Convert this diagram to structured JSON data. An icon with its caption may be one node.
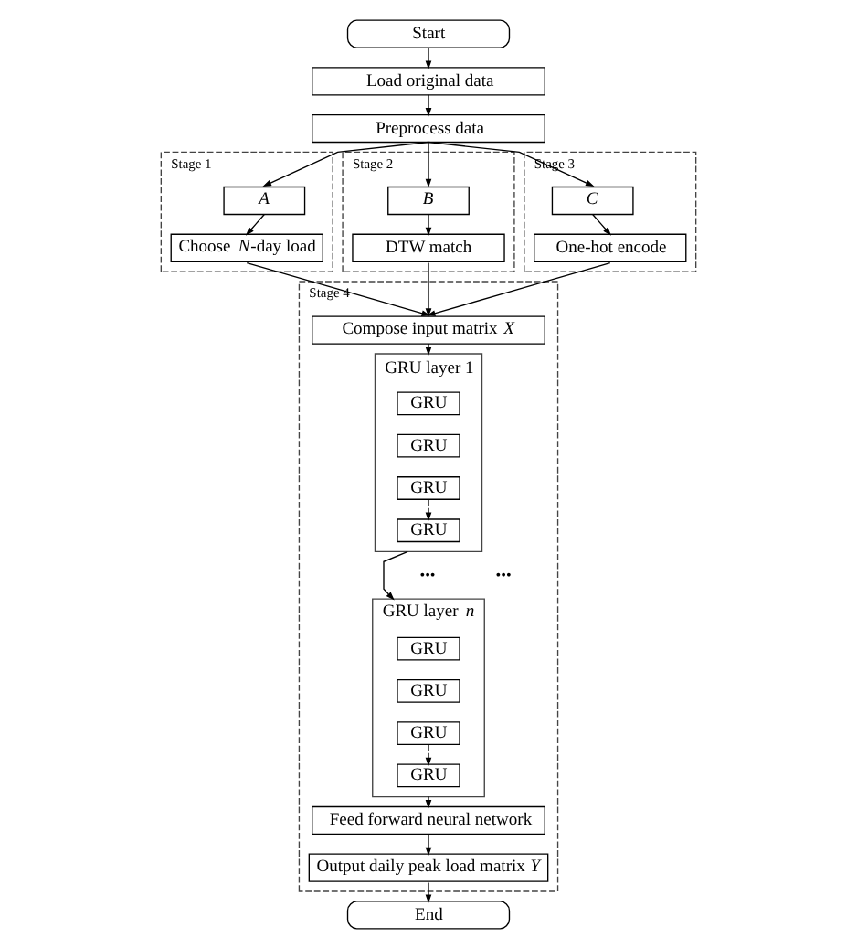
{
  "diagram": {
    "nodes": [
      {
        "text": [
          "Start"
        ]
      },
      {
        "text": [
          "Load original data"
        ]
      },
      {
        "text": [
          "Preprocess data"
        ]
      },
      {
        "text": [
          "Stage 1"
        ]
      },
      {
        "text": [
          "*A*"
        ],
        "in": 3
      },
      {
        "text": [
          "Choose *N*-day load"
        ],
        "in": 3
      },
      {
        "text": [
          "Stage 2"
        ]
      },
      {
        "text": [
          "*B*"
        ],
        "in": 6
      },
      {
        "text": [
          "DTW match"
        ],
        "in": 6
      },
      {
        "text": [
          "Stage 3"
        ]
      },
      {
        "text": [
          "*C*"
        ],
        "in": 9
      },
      {
        "text": [
          "One-hot encode"
        ],
        "in": 9
      },
      {
        "text": [
          "Stage 4"
        ]
      },
      {
        "text": [
          "Compose input matrix *X*"
        ],
        "in": 12
      },
      {
        "text": [
          "GRU layer 1"
        ],
        "in": 12
      },
      {
        "text": [
          "GRU"
        ],
        "in": 14
      },
      {
        "text": [
          "GRU"
        ],
        "in": 14
      },
      {
        "text": [
          "GRU"
        ],
        "in": 14
      },
      {
        "text": [
          "GRU"
        ],
        "in": 14
      },
      {
        "text": [
          "GRU layer *n*"
        ],
        "in": 12
      },
      {
        "text": [
          "GRU"
        ],
        "in": 19
      },
      {
        "text": [
          "GRU"
        ],
        "in": 19
      },
      {
        "text": [
          "GRU"
        ],
        "in": 19
      },
      {
        "text": [
          "GRU"
        ],
        "in": 19
      },
      {
        "text": [
          "Feed forward neural network"
        ],
        "in": 12
      },
      {
        "text": [
          "Output daily peak load matrix *Y*"
        ],
        "in": 12
      },
      {
        "text": [
          "End"
        ]
      }
    ],
    "edges": [
      {
        "from": 0,
        "to": 1,
        "arrow": "to"
      },
      {
        "from": 1,
        "to": 2,
        "arrow": "to"
      },
      {
        "from": 2,
        "to": 4,
        "arrow": "to"
      },
      {
        "from": 2,
        "to": 7,
        "arrow": "to"
      },
      {
        "from": 2,
        "to": 10,
        "arrow": "to"
      },
      {
        "from": 4,
        "to": 5,
        "arrow": "to"
      },
      {
        "from": 7,
        "to": 8,
        "arrow": "to"
      },
      {
        "from": 10,
        "to": 11,
        "arrow": "to"
      },
      {
        "from": 5,
        "to": 13,
        "arrow": "to"
      },
      {
        "from": 8,
        "to": 13,
        "arrow": "to"
      },
      {
        "from": 11,
        "to": 13,
        "arrow": "to"
      },
      {
        "from": 13,
        "to": 14,
        "arrow": "to"
      },
      {
        "from": 17,
        "to": 18,
        "arrow": "to",
        "style": "dashed"
      },
      {
        "from": 14,
        "to": 19,
        "arrow": "to"
      },
      {
        "from": 22,
        "to": 23,
        "arrow": "to",
        "style": "dashed"
      },
      {
        "from": 19,
        "to": 24,
        "arrow": "to"
      },
      {
        "from": 24,
        "to": 25,
        "arrow": "to"
      },
      {
        "from": 25,
        "to": 26,
        "arrow": "to"
      }
    ],
    "labels": [
      "•••",
      "•••"
    ]
  }
}
